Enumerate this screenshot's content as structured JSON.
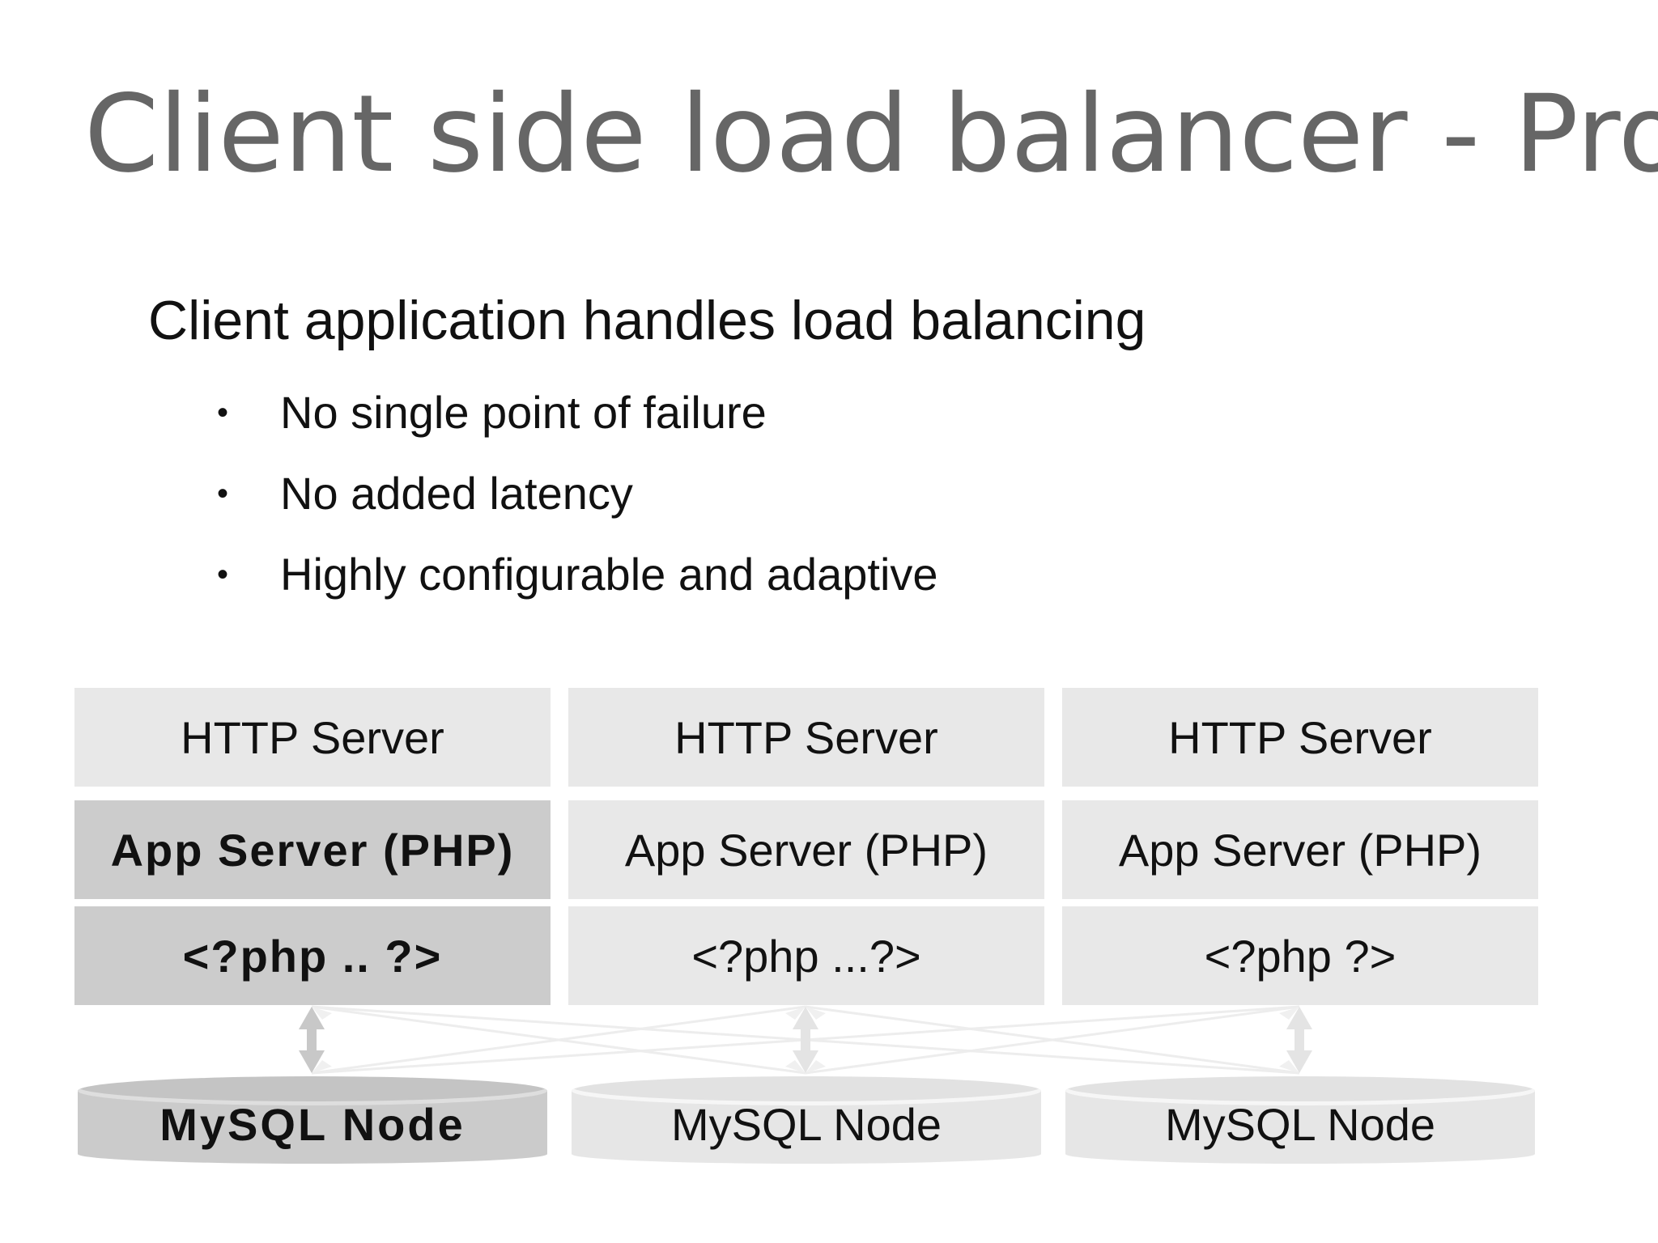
{
  "slide": {
    "title": "Client side load balancer - Pro",
    "subtitle": "Client application handles load balancing",
    "bullets": [
      "No single point of failure",
      "No added latency",
      "Highly configurable and adaptive"
    ],
    "bullet_symbol": "•"
  },
  "diagram": {
    "columns": [
      {
        "http": "HTTP Server",
        "app": "App Server (PHP)",
        "code": "<?php .. ?>",
        "db": "MySQL Node",
        "highlighted": true
      },
      {
        "http": "HTTP Server",
        "app": "App Server (PHP)",
        "code": "<?php ...?>",
        "db": "MySQL Node",
        "highlighted": false
      },
      {
        "http": "HTTP Server",
        "app": "App Server (PHP)",
        "code": "<?php ?>",
        "db": "MySQL Node",
        "highlighted": false
      }
    ],
    "colors": {
      "box": "#e8e8e8",
      "box_highlight": "#cccccc",
      "connector": "#ededed"
    }
  }
}
